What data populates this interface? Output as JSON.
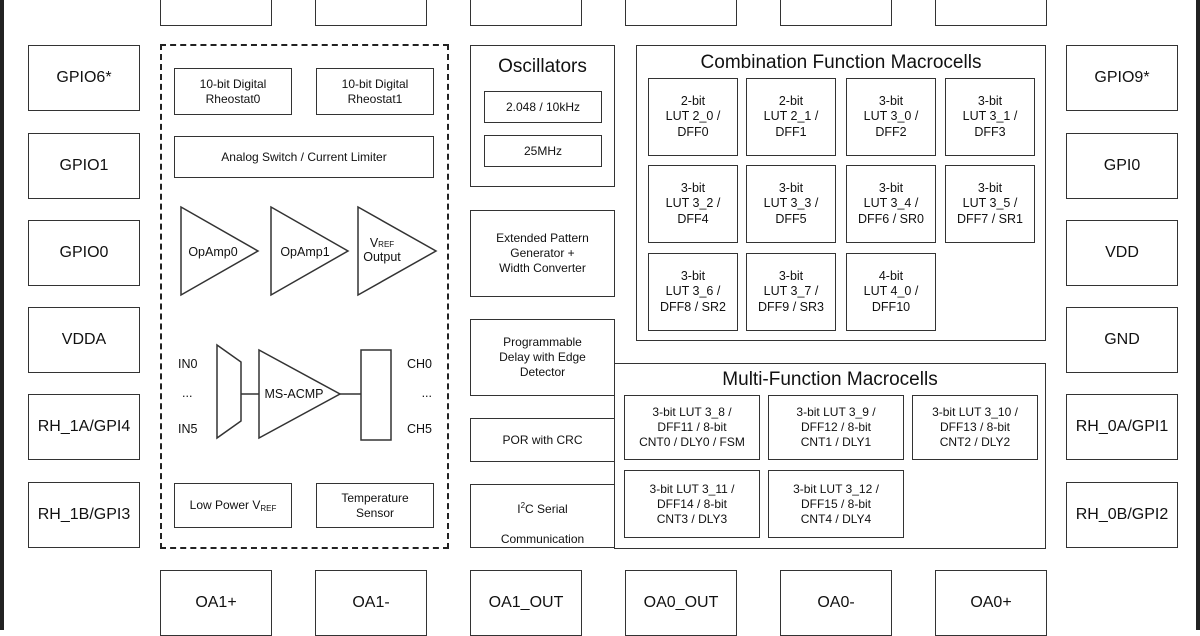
{
  "pins": {
    "left": [
      "GPIO6*",
      "GPIO1",
      "GPIO0",
      "VDDA",
      "RH_1A/GPI4",
      "RH_1B/GPI3"
    ],
    "right": [
      "GPIO9*",
      "GPI0",
      "VDD",
      "GND",
      "RH_0A/GPI1",
      "RH_0B/GPI2"
    ],
    "bottom": [
      "OA1+",
      "OA1-",
      "OA1_OUT",
      "OA0_OUT",
      "OA0-",
      "OA0+"
    ]
  },
  "analog": {
    "rheostat0": "10-bit Digital\nRheostat0",
    "rheostat1": "10-bit Digital\nRheostat1",
    "analog_switch": "Analog Switch / Current Limiter",
    "opamp0": "OpAmp0",
    "opamp1": "OpAmp1",
    "vref_v": "V",
    "vref_sub": "REF",
    "vref_output": "Output",
    "in0": "IN0",
    "in_ellipsis": "...",
    "in5": "IN5",
    "acmp": "MS-ACMP",
    "ch0": "CH0",
    "ch_ellipsis": "...",
    "ch5": "CH5",
    "low_power_vref_main": "Low Power V",
    "low_power_vref_sub": "REF",
    "temp_sensor": "Temperature\nSensor"
  },
  "oscillators": {
    "title": "Oscillators",
    "osc1": "2.048 / 10kHz",
    "osc2": "25MHz"
  },
  "middle": {
    "pattern_gen": "Extended Pattern\nGenerator +\nWidth Converter",
    "delay": "Programmable\nDelay with Edge\nDetector",
    "por": "POR with CRC",
    "i2c_sup": "2",
    "i2c_i": "I",
    "i2c_rest": "C Serial",
    "i2c_line2": "Communication"
  },
  "combination": {
    "title": "Combination Function Macrocells",
    "cells": [
      "2-bit\nLUT 2_0 /\nDFF0",
      "2-bit\nLUT 2_1 /\nDFF1",
      "3-bit\nLUT 3_0 /\nDFF2",
      "3-bit\nLUT 3_1 /\nDFF3",
      "3-bit\nLUT 3_2 /\nDFF4",
      "3-bit\nLUT 3_3 /\nDFF5",
      "3-bit\nLUT 3_4 /\nDFF6 / SR0",
      "3-bit\nLUT 3_5 /\nDFF7 / SR1",
      "3-bit\nLUT 3_6 /\nDFF8 / SR2",
      "3-bit\nLUT 3_7 /\nDFF9 / SR3",
      "4-bit\nLUT 4_0 /\nDFF10"
    ]
  },
  "multi": {
    "title": "Multi-Function Macrocells",
    "cells": [
      "3-bit LUT 3_8 /\nDFF11 / 8-bit\nCNT0 / DLY0 / FSM",
      "3-bit LUT 3_9 /\nDFF12 / 8-bit\nCNT1 / DLY1",
      "3-bit LUT 3_10 /\nDFF13 / 8-bit\nCNT2 / DLY2",
      "3-bit LUT 3_11 /\nDFF14 / 8-bit\nCNT3 / DLY3",
      "3-bit LUT 3_12 /\nDFF15 / 8-bit\nCNT4 / DLY4"
    ]
  }
}
